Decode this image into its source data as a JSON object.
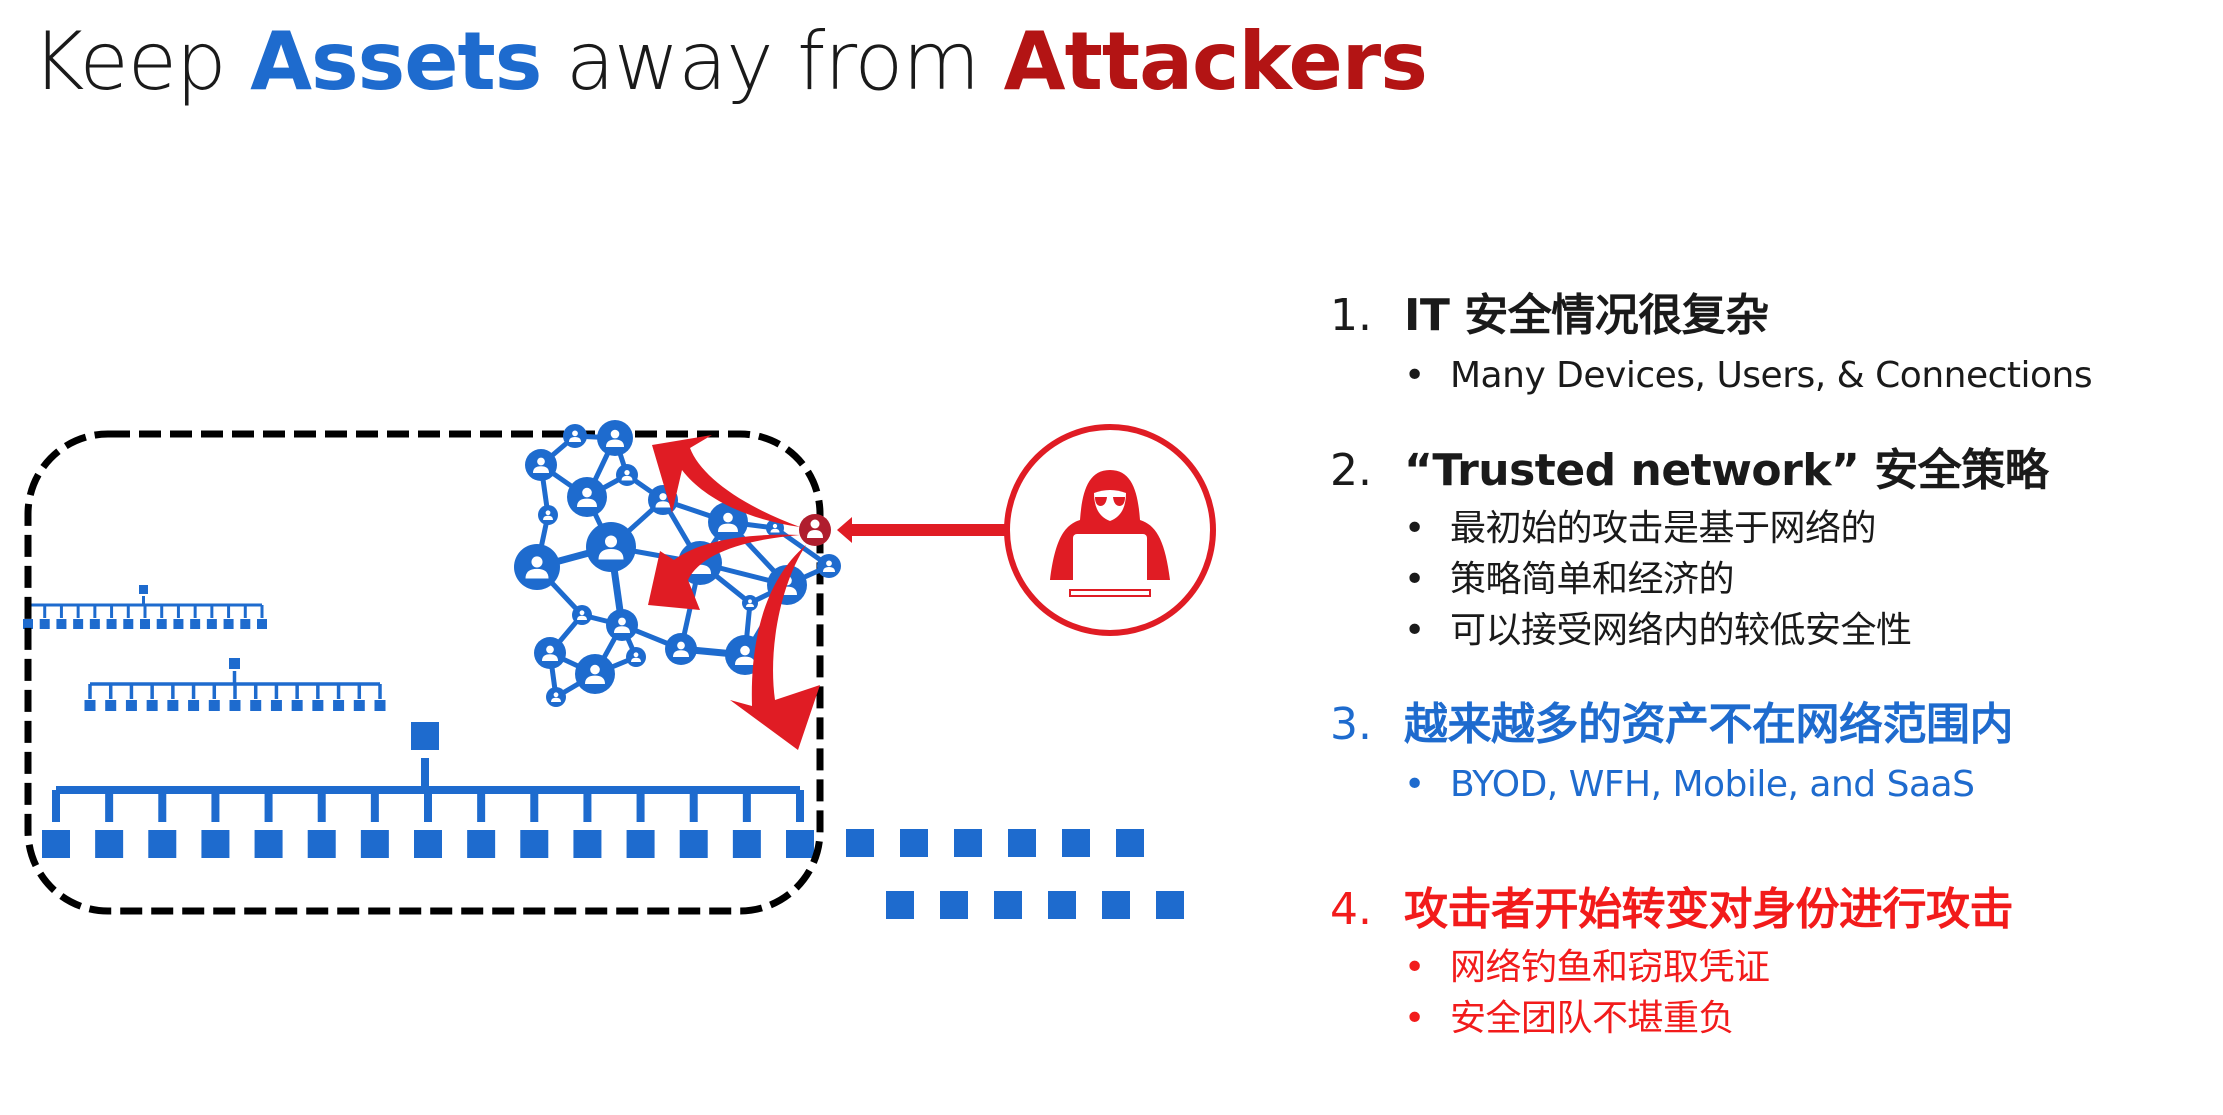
{
  "title": {
    "part1": "Keep ",
    "part2": "Assets",
    "part3": " away from ",
    "part4": "Attackers"
  },
  "colors": {
    "asset_blue": "#1e6bce",
    "title_red": "#b31414",
    "attack_red": "#e01c24",
    "compromised_node": "#b01e2e",
    "boundary": "#000000"
  },
  "diagram": {
    "boundary_label": "trusted-network-boundary",
    "attacker_icon": "hooded-hacker-with-laptop",
    "network_icon": "user-network-cluster",
    "compromised_icon": "compromised-user-node",
    "outside_devices_row1": 6,
    "outside_devices_row2": 6
  },
  "list": {
    "items": [
      {
        "num": "1.",
        "head_en": "IT ",
        "head_zh": "安全情况很复杂",
        "color": "dark",
        "bullets": [
          "Many Devices, Users, & Connections"
        ]
      },
      {
        "num": "2.",
        "head_en": "“Trusted network” ",
        "head_zh": "安全策略",
        "color": "dark",
        "bullets": [
          "最初始的攻击是基于网络的",
          "策略简单和经济的",
          "可以接受网络内的较低安全性"
        ]
      },
      {
        "num": "3.",
        "head_en": "",
        "head_zh": "越来越多的资产不在网络范围内",
        "color": "blue",
        "bullets": [
          "BYOD, WFH, Mobile, and SaaS"
        ]
      },
      {
        "num": "4.",
        "head_en": "",
        "head_zh": "攻击者开始转变对身份进行攻击",
        "color": "red",
        "bullets": [
          "网络钓鱼和窃取凭证",
          "安全团队不堪重负"
        ]
      }
    ],
    "bullet_glyph": "•"
  }
}
